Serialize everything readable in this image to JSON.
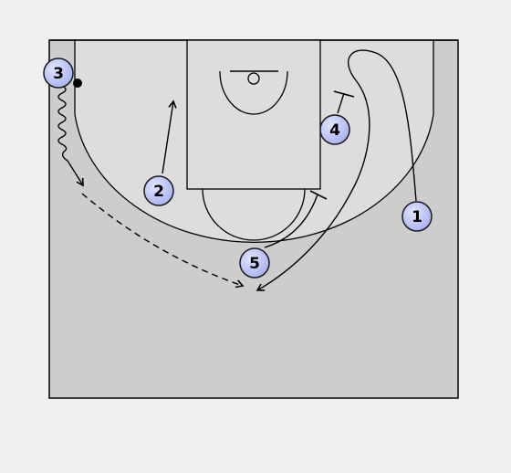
{
  "colors": {
    "background": "#f0f0f0",
    "court_outside_arc": "#cdcdcd",
    "court_inside_arc": "#dddddd",
    "lines": "#000000",
    "player_fill": "#aab4f2",
    "player_fill_highlight": "#e2e6ff",
    "player_stroke": "#1a1a1a"
  },
  "players": [
    {
      "id": "p1",
      "label": "1"
    },
    {
      "id": "p2",
      "label": "2"
    },
    {
      "id": "p3",
      "label": "3",
      "has_ball": true
    },
    {
      "id": "p4",
      "label": "4"
    },
    {
      "id": "p5",
      "label": "5"
    }
  ],
  "actions": [
    {
      "id": "p1-cut",
      "type": "cut"
    },
    {
      "id": "p2-cut",
      "type": "cut"
    },
    {
      "id": "p3-dribble",
      "type": "dribble"
    },
    {
      "id": "p3-pass",
      "type": "pass"
    },
    {
      "id": "p4-screen",
      "type": "screen"
    },
    {
      "id": "p5-screen",
      "type": "screen"
    }
  ]
}
